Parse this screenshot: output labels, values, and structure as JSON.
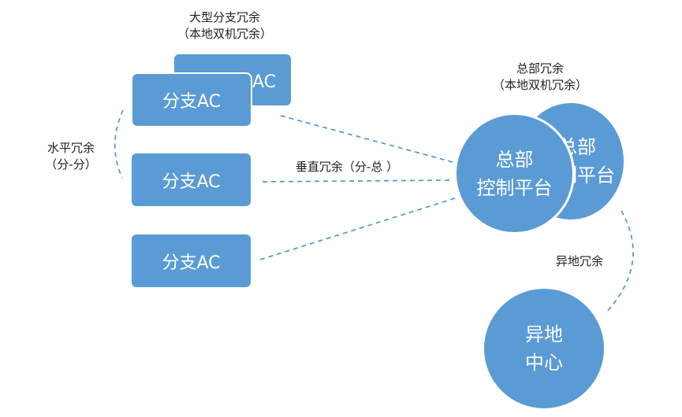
{
  "colors": {
    "node_fill": "#5b9bd5",
    "node_border": "#ffffff",
    "link": "#5b9bd5",
    "text_dark": "#222222",
    "text_light": "#ffffff"
  },
  "labels": {
    "large_branch_line1": "大型分支冗余",
    "large_branch_line2": "（本地双机冗余）",
    "hq_redundancy_line1": "总部冗余",
    "hq_redundancy_line2": "（本地双机冗余）",
    "horizontal_line1": "水平冗余",
    "horizontal_line2": "（分-分）",
    "vertical": "垂直冗余（分-总 ）",
    "remote": "异地冗余"
  },
  "nodes": {
    "branch_ac_label": "分支AC",
    "backup_ac_label": "分支AC",
    "hq_back_line1": "总部",
    "hq_back_line2": "控制平台",
    "hq_main_line1": "总部",
    "hq_main_line2": "控制平台",
    "remote_line1": "异地",
    "remote_line2": "中心"
  }
}
